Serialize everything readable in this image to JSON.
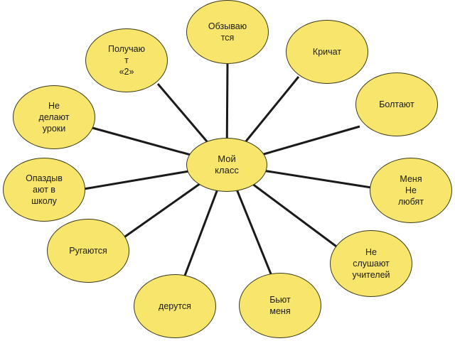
{
  "diagram": {
    "center": {
      "label": "Мой\nкласс"
    },
    "nodes": [
      {
        "id": "obzyv",
        "label": "Обзываю\nтся"
      },
      {
        "id": "kricht",
        "label": "Кричат"
      },
      {
        "id": "boltay",
        "label": "Болтают"
      },
      {
        "id": "menya",
        "label": "Меня\nНе\nлюбят"
      },
      {
        "id": "slush",
        "label": "Не\nслушают\nучителей"
      },
      {
        "id": "byut",
        "label": "Бьют\nменя"
      },
      {
        "id": "derut",
        "label": "дерутся"
      },
      {
        "id": "rug",
        "label": "Ругаются"
      },
      {
        "id": "opazd",
        "label": "Опаздыв\nают в\nшколу"
      },
      {
        "id": "urok",
        "label": "Не\nделают\nуроки"
      },
      {
        "id": "poluch",
        "label": "Получаю\nт\n«2»"
      }
    ],
    "colors": {
      "node_fill": "#f8e56c",
      "line": "#1a1a1a"
    }
  }
}
